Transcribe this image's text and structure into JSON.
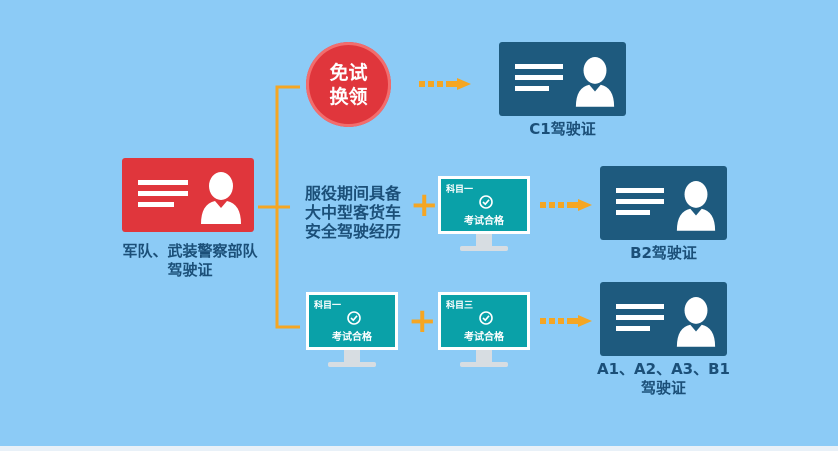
{
  "source": {
    "label": "军队、武装警察部队\n驾驶证"
  },
  "badge": {
    "line1": "免试",
    "line2": "换领"
  },
  "condition": {
    "line1": "服役期间具备",
    "line2": "大中型客货车",
    "line3": "安全驾驶经历"
  },
  "monitors": {
    "b2": {
      "subject": "科目一",
      "status": "考试合格"
    },
    "a_first": {
      "subject": "科目一",
      "status": "考试合格"
    },
    "a_second": {
      "subject": "科目三",
      "status": "考试合格"
    }
  },
  "results": {
    "c1": {
      "label": "C1驾驶证"
    },
    "b2": {
      "label": "B2驾驶证"
    },
    "a": {
      "line1": "A1、A2、A3、B1",
      "line2": "驾驶证"
    }
  },
  "plus_sign": "+",
  "colors": {
    "background": "#8ccbf6",
    "card_navy": "#1e5a7e",
    "card_red": "#e0363c",
    "accent_orange": "#f5a623",
    "screen_teal": "#0aa1a8",
    "text_blue": "#1b4f78"
  }
}
